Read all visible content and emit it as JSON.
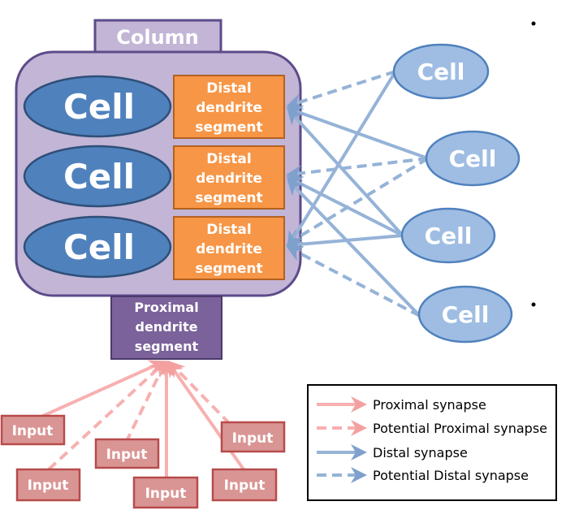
{
  "column": {
    "label": "Column"
  },
  "column_cells": [
    {
      "label": "Cell",
      "segment": [
        "Distal",
        "dendrite",
        "segment"
      ]
    },
    {
      "label": "Cell",
      "segment": [
        "Distal",
        "dendrite",
        "segment"
      ]
    },
    {
      "label": "Cell",
      "segment": [
        "Distal",
        "dendrite",
        "segment"
      ]
    }
  ],
  "external_cells": [
    "Cell",
    "Cell",
    "Cell",
    "Cell"
  ],
  "proximal_segment": [
    "Proximal",
    "dendrite",
    "segment"
  ],
  "inputs": [
    "Input",
    "Input",
    "Input",
    "Input",
    "Input",
    "Input"
  ],
  "legend": [
    {
      "label": "Proximal synapse",
      "style": "solid",
      "color": "#f7b0b0"
    },
    {
      "label": "Potential Proximal synapse",
      "style": "dashed",
      "color": "#f7b0b0"
    },
    {
      "label": "Distal synapse",
      "style": "solid",
      "color": "#a3bedf"
    },
    {
      "label": "Potential Distal synapse",
      "style": "dashed",
      "color": "#a3bedf"
    }
  ],
  "colors": {
    "column_fill": "#c2b5d6",
    "column_stroke": "#5d4b8a",
    "cell_dark": "#4f81bd",
    "cell_light": "#9fbde3",
    "segment_orange": "#f79646",
    "proximal_purple": "#7b629b",
    "input_fill": "#d99594",
    "pink_arrow": "#f7b0b0",
    "blue_arrow": "#95b3d7"
  }
}
